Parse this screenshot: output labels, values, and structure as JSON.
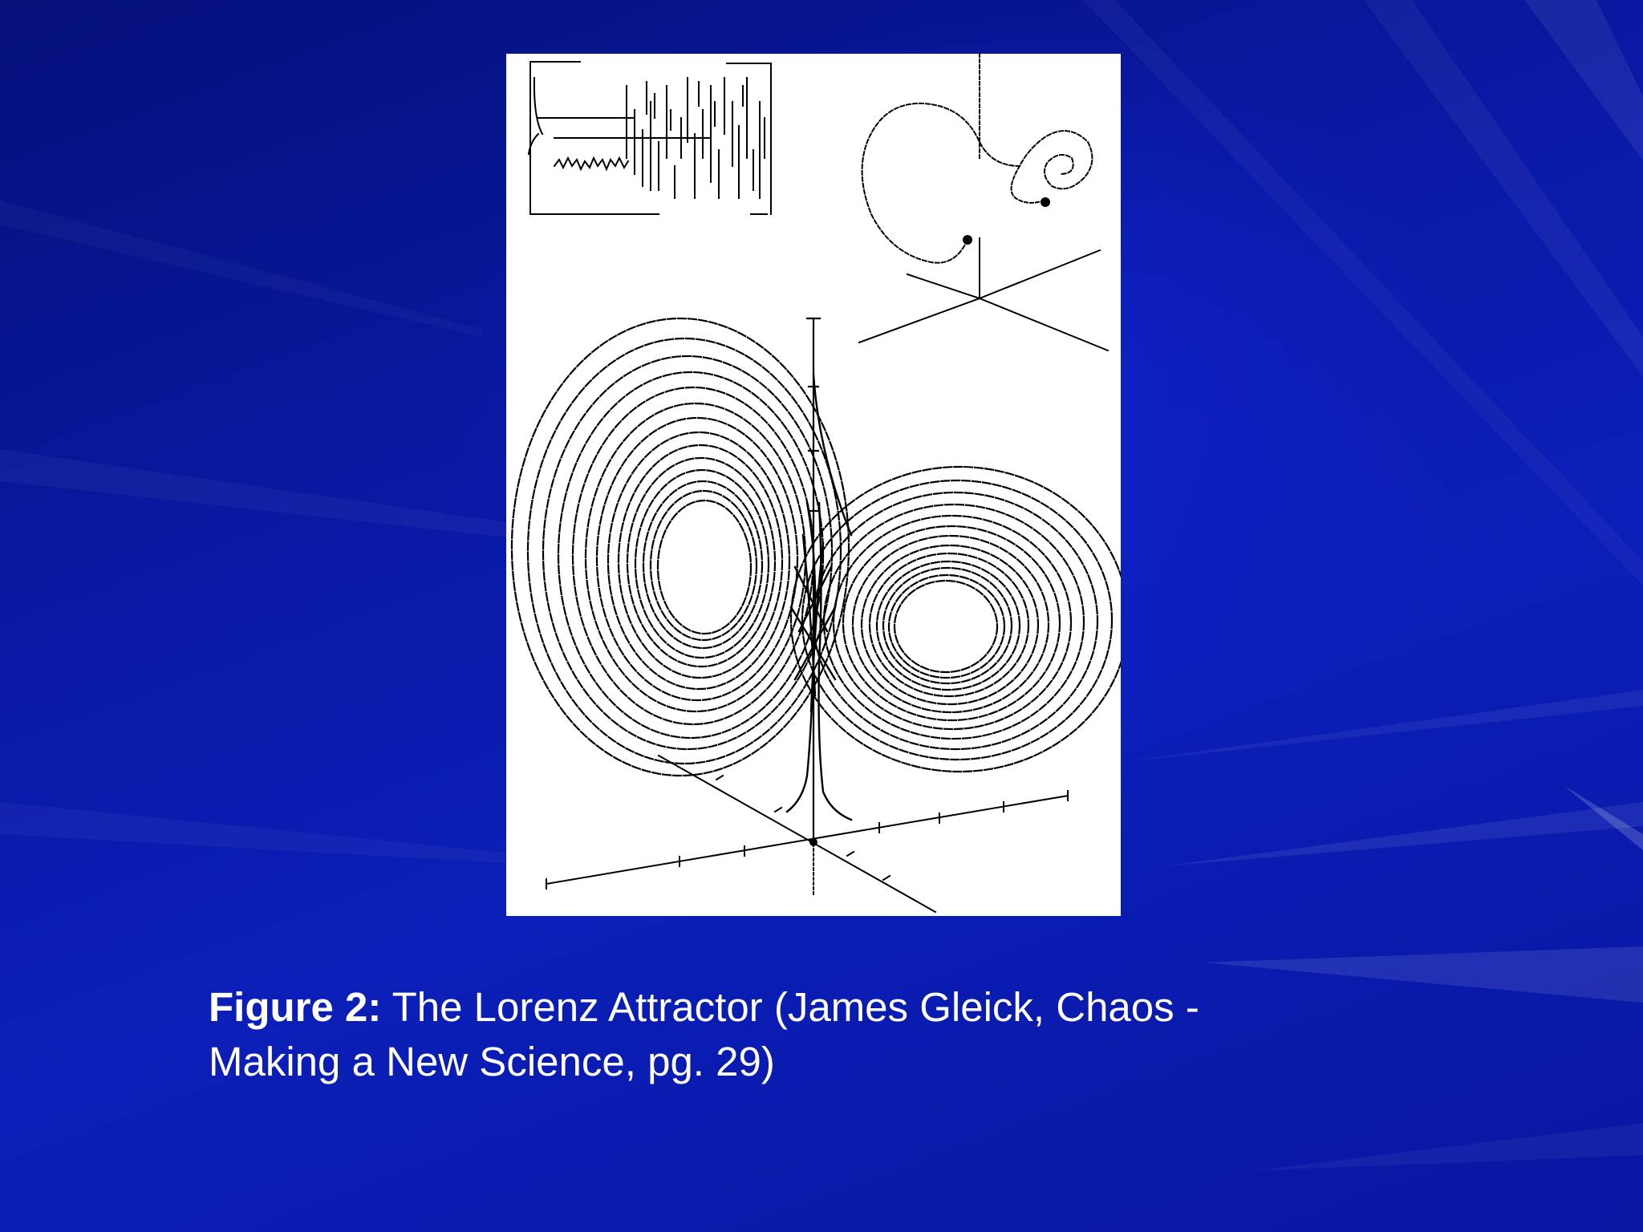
{
  "slide": {
    "background_color": "#0a1aa8",
    "accent_color": "#ffffff"
  },
  "figure": {
    "icon": "lorenz-attractor-figure"
  },
  "caption": {
    "label": "Figure 2:",
    "line1": " The Lorenz Attractor (James Gleick, Chaos -",
    "line2": "Making a New Science, pg. 29)"
  }
}
